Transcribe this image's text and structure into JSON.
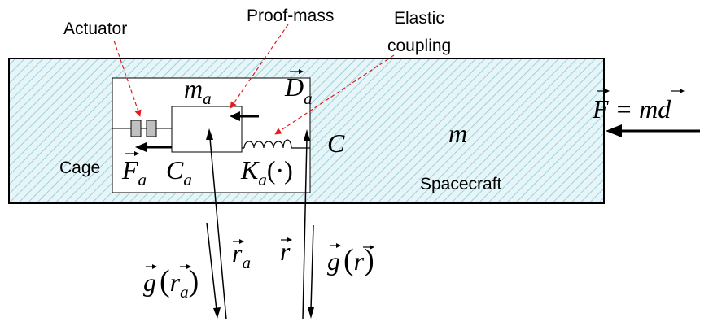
{
  "labels": {
    "actuator": "Actuator",
    "proof_mass": "Proof-mass",
    "elastic_line1": "Elastic",
    "elastic_line2": "coupling",
    "cage": "Cage",
    "spacecraft": "Spacecraft"
  },
  "symbols": {
    "m_a_base": "m",
    "m_a_sub": "a",
    "D_a_base": "D",
    "D_a_sub": "a",
    "F_eq_base": "F = md",
    "F_a_base": "F",
    "F_a_sub": "a",
    "C_a_base": "C",
    "C_a_sub": "a",
    "K_a_base": "K",
    "K_a_sub": "a",
    "K_a_arg": "(·)",
    "C": "C",
    "m": "m",
    "r_a_base": "r",
    "r_a_sub": "a",
    "r": "r",
    "g_ra_base": "g",
    "g_ra_arg_base": "r",
    "g_ra_arg_sub": "a",
    "g_r_base": "g",
    "g_r_arg": "r"
  },
  "colors": {
    "hatch_background": "#e6f5f8",
    "hatch_lines": "#9fcfdb",
    "annotation_arrows": "#e41a1c",
    "outline": "#000000"
  }
}
